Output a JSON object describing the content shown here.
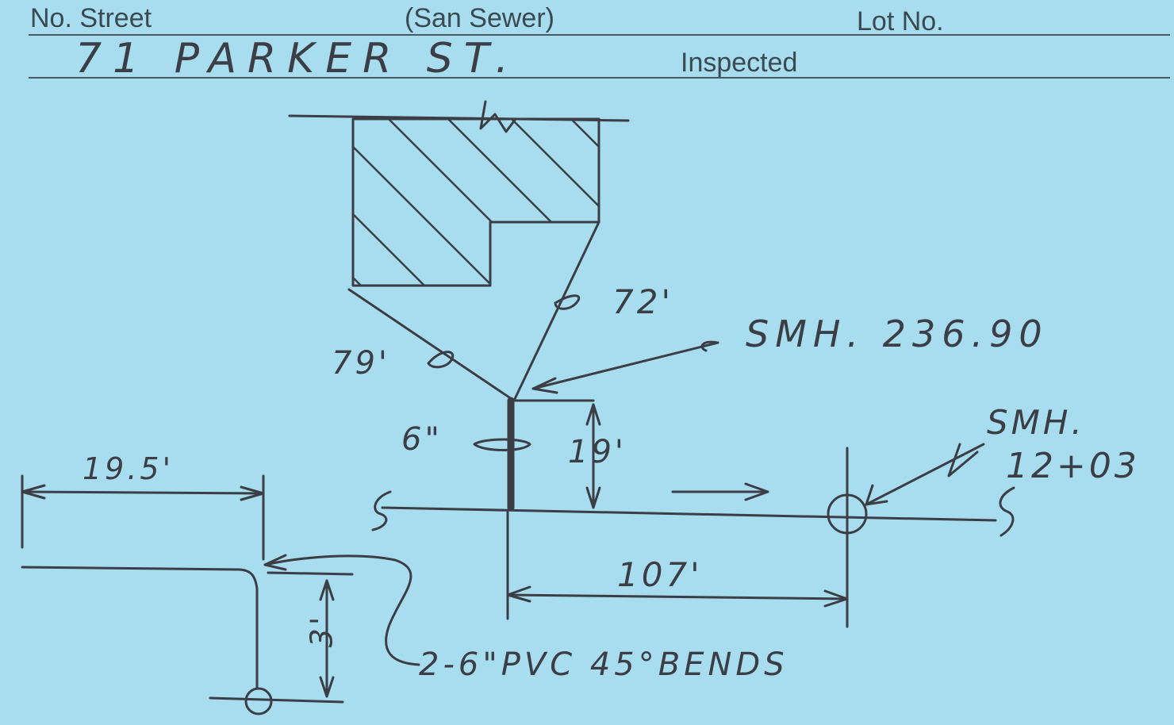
{
  "form": {
    "street_label": "No. Street",
    "sewer_label": "(San Sewer)",
    "lot_label": "Lot No.",
    "inspected_label": "Inspected",
    "address": "71 PARKER ST."
  },
  "sketch": {
    "dim_72": "72'",
    "dim_79": "79'",
    "smh_upper": "SMH. 236.90",
    "pipe_size": "6\"",
    "dim_19": "19'",
    "smh_right_1": "SMH.",
    "smh_right_2": "12+03",
    "dim_19_5": "19.5'",
    "dim_107": "107'",
    "dim_3": "3'",
    "bends_note": "2-6\"PVC 45°BENDS"
  },
  "colors": {
    "card": "#a8dcef",
    "ink": "#3b3f45",
    "print": "#3a4a52"
  }
}
